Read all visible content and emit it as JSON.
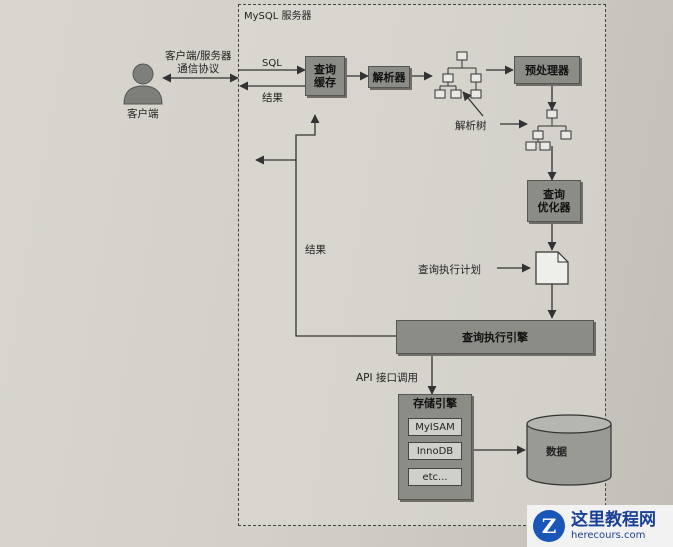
{
  "diagram": {
    "server_title": "MySQL 服务器",
    "client": "客户端",
    "protocol": "客户端/服务器\n通信协议",
    "sql": "SQL",
    "result_top": "结果",
    "result_left": "结果",
    "query_cache": "查询\n缓存",
    "parser": "解析器",
    "preprocessor": "预处理器",
    "parse_tree": "解析树",
    "optimizer": "查询\n优化器",
    "exec_plan": "查询执行计划",
    "exec_engine": "查询执行引擎",
    "api_call": "API 接口调用",
    "storage_engines": "存储引擎",
    "engines": [
      "MyISAM",
      "InnoDB",
      "etc..."
    ],
    "data": "数据"
  },
  "watermark": {
    "mark": "Z",
    "title": "这里教程网",
    "url": "herecours.com"
  }
}
